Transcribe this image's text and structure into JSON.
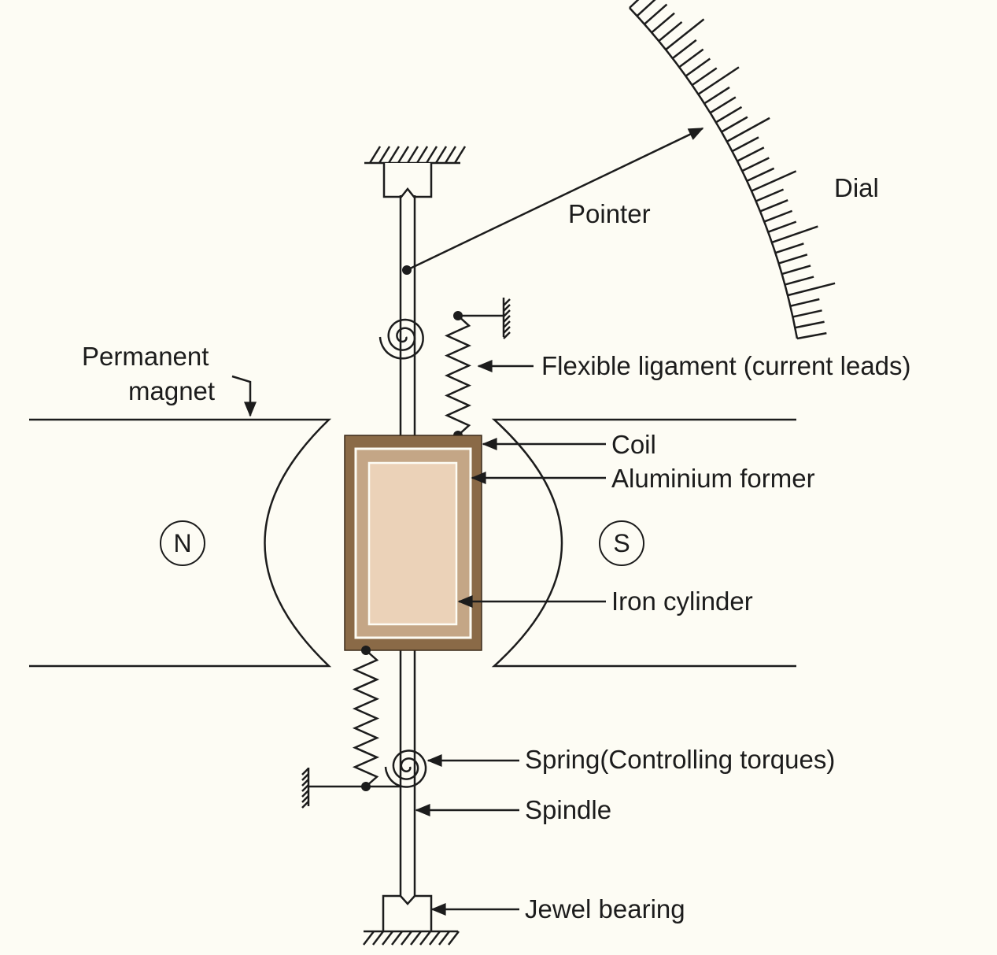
{
  "labels": {
    "dial": "Dial",
    "pointer": "Pointer",
    "permanent_magnet_line1": "Permanent",
    "permanent_magnet_line2": "magnet",
    "flexible_ligament": "Flexible ligament (current leads)",
    "coil": "Coil",
    "aluminium_former": "Aluminium former",
    "iron_cylinder": "Iron cylinder",
    "spring": "Spring(Controlling torques)",
    "spindle": "Spindle",
    "jewel_bearing": "Jewel bearing"
  },
  "poles": {
    "north": "N",
    "south": "S"
  },
  "colors": {
    "background": "#fdfcf4",
    "line": "#1c1c1c",
    "coil": "#8a6a47",
    "former": "#c4a686",
    "iron": "#ebd2b8"
  }
}
